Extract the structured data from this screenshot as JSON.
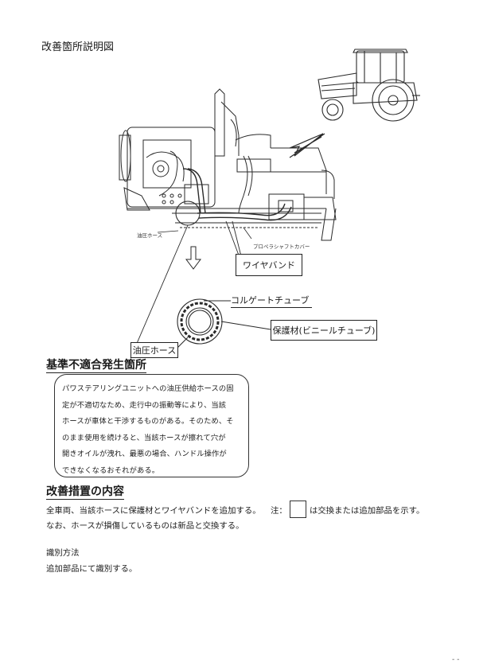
{
  "page_title": "改善箇所説明図",
  "labels": {
    "oil_hose_small": "油圧ホース",
    "propeller_shaft_cover": "プロペラシャフトカバー",
    "wire_band": "ワイヤバンド",
    "corrugated_tube": "コルゲートチューブ",
    "protective_material": "保護材(ビニールチューブ)",
    "oil_hose": "油圧ホース"
  },
  "cause_section": {
    "heading": "基準不適合発生箇所",
    "lines": [
      "パワステアリングユニットへの油圧供給ホースの固",
      "定が不適切なため、走行中の振動等により、当該",
      "ホースが車体と干渉するものがある。そのため、そ",
      "のまま使用を続けると、当該ホースが擦れて穴が",
      "開きオイルが洩れ、最悪の場合、ハンドル操作が",
      "できなくなるおそれがある。"
    ]
  },
  "remedy_section": {
    "heading": "改善措置の内容",
    "line1": "全車両、当該ホースに保護材とワイヤバンドを追加する。",
    "note_prefix": "注：",
    "note_suffix": "は交換または追加部品を示す。",
    "line2": "なお、ホースが損傷しているものは新品と交換する。"
  },
  "identification": {
    "heading": "識別方法",
    "text": "追加部品にて識別する。"
  },
  "page_number": "- -"
}
